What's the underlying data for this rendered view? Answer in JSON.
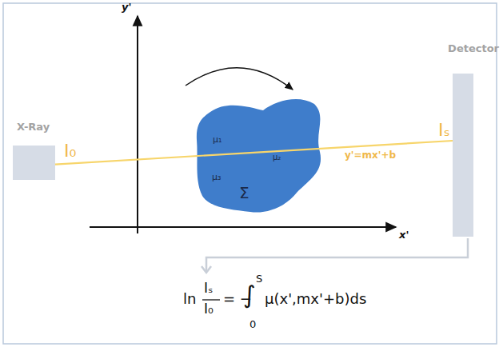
{
  "diagram": {
    "nodes": [
      {
        "text": [
          "X-Ray"
        ]
      },
      {
        "text": [
          "μ₃",
          "Σ"
        ]
      },
      {
        "text": [
          "μ₁"
        ],
        "in": 1
      },
      {
        "text": [
          "μ₂"
        ],
        "in": 1
      },
      {
        "text": [
          "Detector"
        ]
      }
    ],
    "edges": [
      {
        "from": 0,
        "to": 4,
        "arrow": "none",
        "label": "y'=mx'+b"
      }
    ],
    "labels": [
      "I₀",
      "Iₛ",
      "x'",
      "y'",
      "ln",
      "Iₛ",
      "I₀",
      "= −",
      "∫",
      "S",
      "0",
      "μ(x',mx'+b)ds"
    ]
  }
}
